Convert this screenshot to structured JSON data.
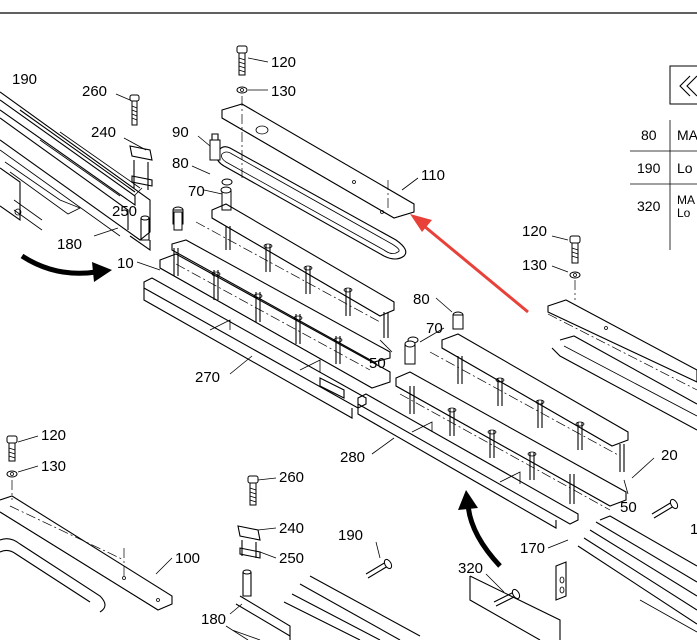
{
  "callouts": {
    "c190_top": "190",
    "c260_top": "260",
    "c240_top": "240",
    "c250_top": "250",
    "c180_top": "180",
    "c10": "10",
    "c120_top": "120",
    "c130_top": "130",
    "c90": "90",
    "c80_top": "80",
    "c70_top": "70",
    "c110": "110",
    "c270": "270",
    "c50_mid": "50",
    "c80_mid": "80",
    "c70_mid": "70",
    "c120_right": "120",
    "c130_right": "130",
    "c280": "280",
    "c20": "20",
    "c50_bottom": "50",
    "c170": "170",
    "c320": "320",
    "c190_bottom": "190",
    "c260_bottom": "260",
    "c240_bottom": "240",
    "c250_bottom": "250",
    "c180_bottom": "180",
    "c100": "100",
    "c120_left": "120",
    "c130_left": "130",
    "c1_partial": "1"
  },
  "table": {
    "rows": [
      {
        "num": "80",
        "text": "MA"
      },
      {
        "num": "190",
        "text": "Lo"
      },
      {
        "num": "320",
        "text": "MA",
        "text2": "Lo"
      }
    ]
  },
  "colors": {
    "arrow_red": "#e8413a",
    "arrow_black": "#000000",
    "line": "#000000"
  }
}
